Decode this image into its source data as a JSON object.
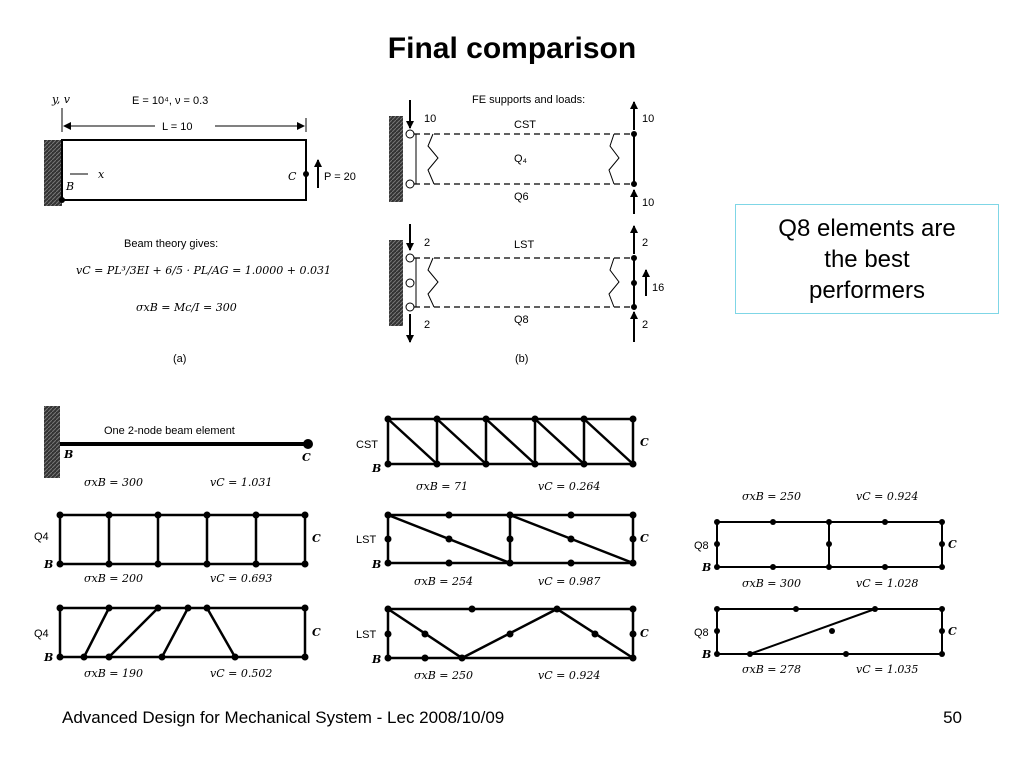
{
  "slide": {
    "title": "Final comparison",
    "callout": [
      "Q8 elements are",
      "the best",
      "performers"
    ],
    "footer": "Advanced Design for Mechanical System - Lec 2008/10/09",
    "page_number": "50"
  },
  "panel_a": {
    "axis": "y, v",
    "material": "E = 10⁴,  ν = 0.3",
    "length": "L = 10",
    "x_label": "x",
    "point_b": "B",
    "point_c": "C",
    "load": "P = 20",
    "beam_theory_title": "Beam theory gives:",
    "vc_formula": "vC = PL³/3EI + 6/5 · PL/AG = 1.0000 + 0.031",
    "sigma_formula": "σxB = Mc/I = 300",
    "caption": "(a)"
  },
  "panel_b": {
    "heading": "FE supports and loads:",
    "top_left_load": "10",
    "top_right_load": "10",
    "bottom_right_load": "10",
    "top_labels": [
      "CST",
      "Q₄",
      "Q6"
    ],
    "low_left_load_top": "2",
    "low_left_load_bottom": "2",
    "low_right_load_top": "2",
    "low_right_load_mid": "16",
    "low_right_load_bottom": "2",
    "low_labels": [
      "LST",
      "Q8"
    ],
    "caption": "(b)"
  },
  "results": {
    "beam": {
      "label": "One 2-node beam element",
      "b": "B",
      "c": "C",
      "sigma": "σxB = 300",
      "vc": "vC = 1.031"
    },
    "q4_a": {
      "label": "Q4",
      "b": "B",
      "c": "C",
      "sigma": "σxB = 200",
      "vc": "vC = 0.693"
    },
    "q4_b": {
      "label": "Q4",
      "b": "B",
      "c": "C",
      "sigma": "σxB = 190",
      "vc": "vC = 0.502"
    },
    "cst": {
      "label": "CST",
      "b": "B",
      "c": "C",
      "sigma": "σxB = 71",
      "vc": "vC = 0.264"
    },
    "lst_a": {
      "label": "LST",
      "b": "B",
      "c": "C",
      "sigma": "σxB = 254",
      "vc": "vC = 0.987"
    },
    "lst_b": {
      "label": "LST",
      "b": "B",
      "c": "C",
      "sigma": "σxB = 250",
      "vc": "vC = 0.924"
    },
    "q8_a": {
      "label": "Q8",
      "b": "B",
      "c": "C",
      "sigma_top": "σxB = 250",
      "vc_top": "vC = 0.924",
      "sigma": "σxB = 300",
      "vc": "vC = 1.028"
    },
    "q8_b": {
      "label": "Q8",
      "b": "B",
      "c": "C",
      "sigma": "σxB = 278",
      "vc": "vC = 1.035"
    }
  },
  "colors": {
    "callout_border": "#7fd6e6",
    "wall": "#444444"
  }
}
